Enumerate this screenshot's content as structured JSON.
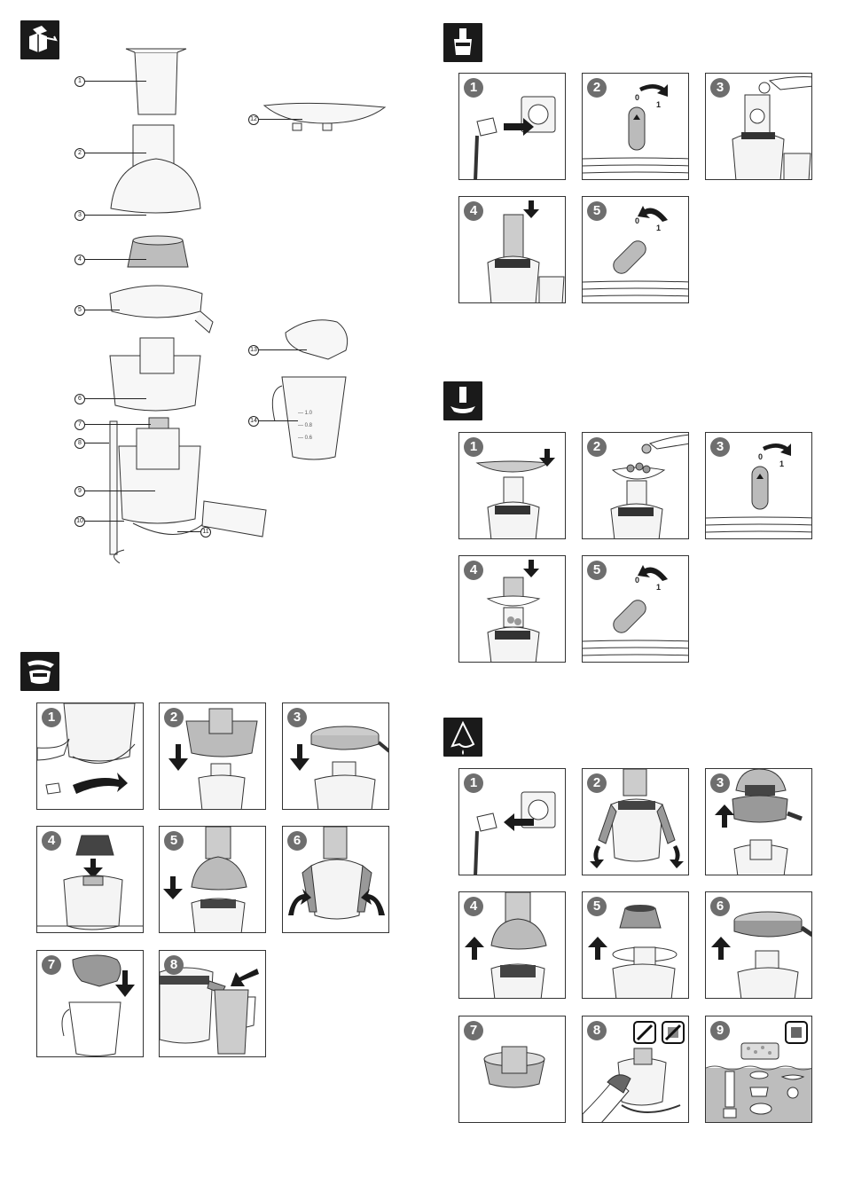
{
  "parts": {
    "callouts": [
      "1",
      "2",
      "3",
      "4",
      "5",
      "6",
      "7",
      "8",
      "9",
      "10",
      "11",
      "12",
      "13",
      "14"
    ]
  },
  "sections": {
    "assembly": {
      "icon": "unbox-icon",
      "steps": [
        "1",
        "2",
        "3",
        "4",
        "5",
        "6",
        "7",
        "8"
      ]
    },
    "juicing": {
      "icon": "juicer-icon",
      "steps": [
        "1",
        "2",
        "3",
        "4",
        "5"
      ],
      "switch": {
        "off": "0",
        "on": "1"
      }
    },
    "chopping": {
      "icon": "fruit-tray-icon",
      "steps": [
        "1",
        "2",
        "3",
        "4",
        "5"
      ],
      "switch": {
        "off": "0",
        "on": "1"
      }
    },
    "cleaning": {
      "icon": "cleaning-cloth-icon",
      "steps": [
        "1",
        "2",
        "3",
        "4",
        "5",
        "6",
        "7",
        "8",
        "9"
      ]
    }
  }
}
